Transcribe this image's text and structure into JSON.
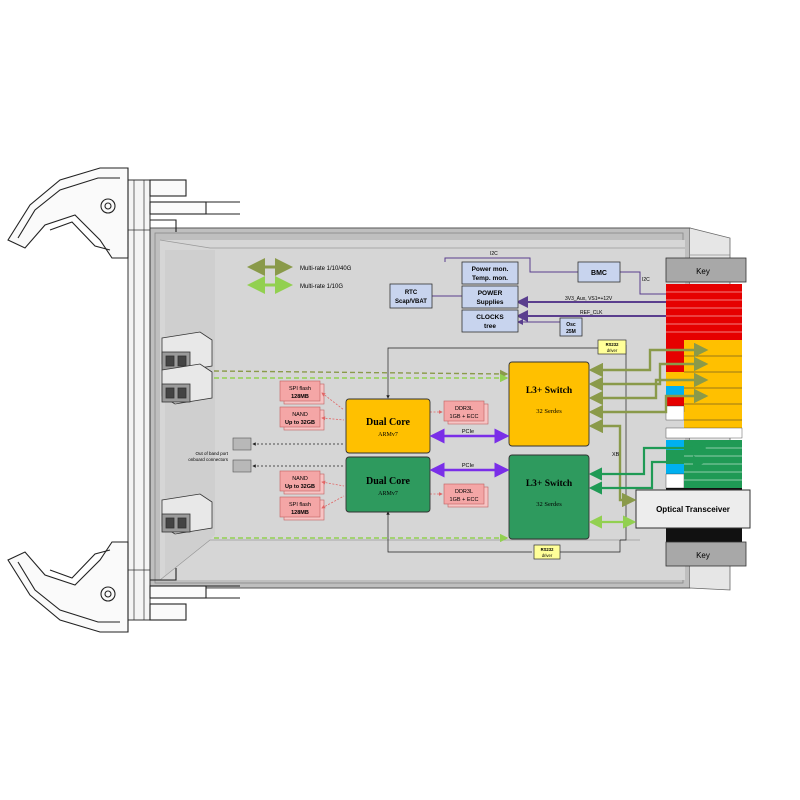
{
  "legend": {
    "line1": "Multi-rate 1/10/40G",
    "line2": "Multi-rate 1/10G"
  },
  "blocks": {
    "power_mon": [
      "Power mon.",
      "Temp. mon."
    ],
    "power_supplies": [
      "POWER",
      "Supplies"
    ],
    "clocks": [
      "CLOCKS",
      "tree"
    ],
    "rtc": [
      "RTC",
      "Scap/VBAT"
    ],
    "bmc": "BMC",
    "osc": [
      "Osc",
      "25M"
    ],
    "rs232_top": [
      "RS232",
      "driver"
    ],
    "rs232_bottom": [
      "RS232",
      "driver"
    ],
    "cpu_top": [
      "Dual Core",
      "ARMv7"
    ],
    "cpu_bottom": [
      "Dual Core",
      "ARMv7"
    ],
    "switch_top": [
      "L3+ Switch",
      "32 Serdes"
    ],
    "switch_bottom": [
      "L3+ Switch",
      "32 Serdes"
    ],
    "spi_top": [
      "SPI flash",
      "128MB"
    ],
    "nand_top": [
      "NAND",
      "Up to 32GB"
    ],
    "nand_bottom": [
      "NAND",
      "Up to 32GB"
    ],
    "spi_bottom": [
      "SPI flash",
      "128MB"
    ],
    "ddr_top": [
      "DDR3L",
      "1GB + ECC"
    ],
    "ddr_bottom": [
      "DDR3L",
      "1GB + ECC"
    ],
    "optical": "Optical Transceiver",
    "key_top": "Key",
    "key_bottom": "Key"
  },
  "signals": {
    "i2c_top": "I2C",
    "i2c_right": "I2C",
    "power_rail": "3V3_Aux, VS1=+12V",
    "ref_clk": "REF_CLK",
    "pcie_top": "PCIe",
    "pcie_bottom": "PCIe",
    "xb": "XB"
  },
  "oob": [
    "Out of band port",
    "onboard connectors"
  ],
  "colors": {
    "cpu_orange": "#ffc000",
    "cpu_green": "#2e9a5e",
    "memory_pink": "#f4a6a6",
    "mgmt_blue": "#c8d4ee",
    "link_40g": "#8a9a4a",
    "link_10g": "#92d050",
    "pcie_purple": "#7a2ee8",
    "bus_purple": "#5a3e8e",
    "connector_red": "#e60000",
    "connector_yellow": "#ffc000",
    "connector_green": "#1f9a55",
    "connector_cyan": "#00b0f0"
  }
}
